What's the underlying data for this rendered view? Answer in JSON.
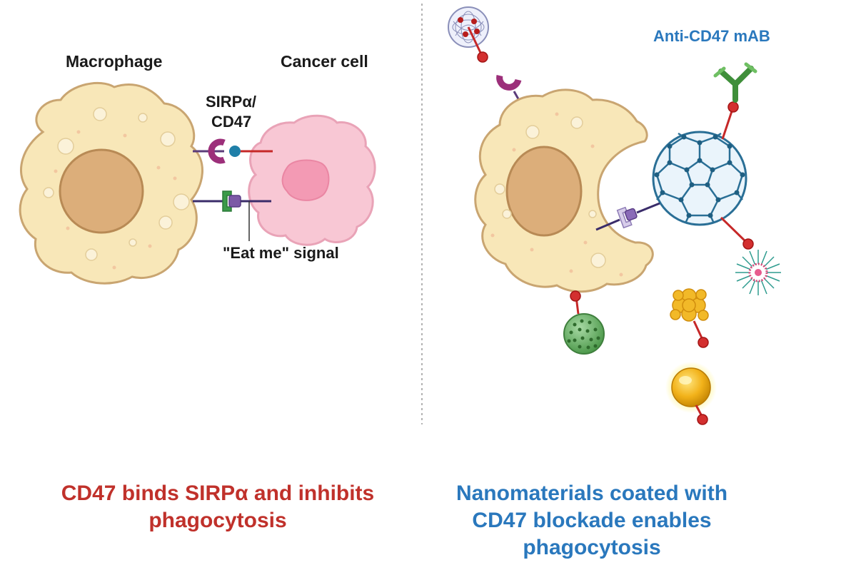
{
  "left_panel": {
    "macrophage_label": "Macrophage",
    "cancer_label": "Cancer cell",
    "receptor_label_line1": "SIRPα/",
    "receptor_label_line2": "CD47",
    "eat_me_label": "\"Eat me\" signal",
    "caption_line1": "CD47 binds SIRPα and inhibits",
    "caption_line2": "phagocytosis"
  },
  "right_panel": {
    "antibody_label": "Anti-CD47 mAB",
    "caption_line1": "Nanomaterials coated with",
    "caption_line2": "CD47 blockade enables",
    "caption_line3": "phagocytosis"
  },
  "colors": {
    "left_caption": "#c0312b",
    "right_caption": "#2a78bd",
    "macrophage_fill": "#f8e7b8",
    "macrophage_stroke": "#c9a571",
    "nucleus": "#dcae7a",
    "cancer_fill": "#f8c7d4",
    "linker_red": "#c62828"
  }
}
